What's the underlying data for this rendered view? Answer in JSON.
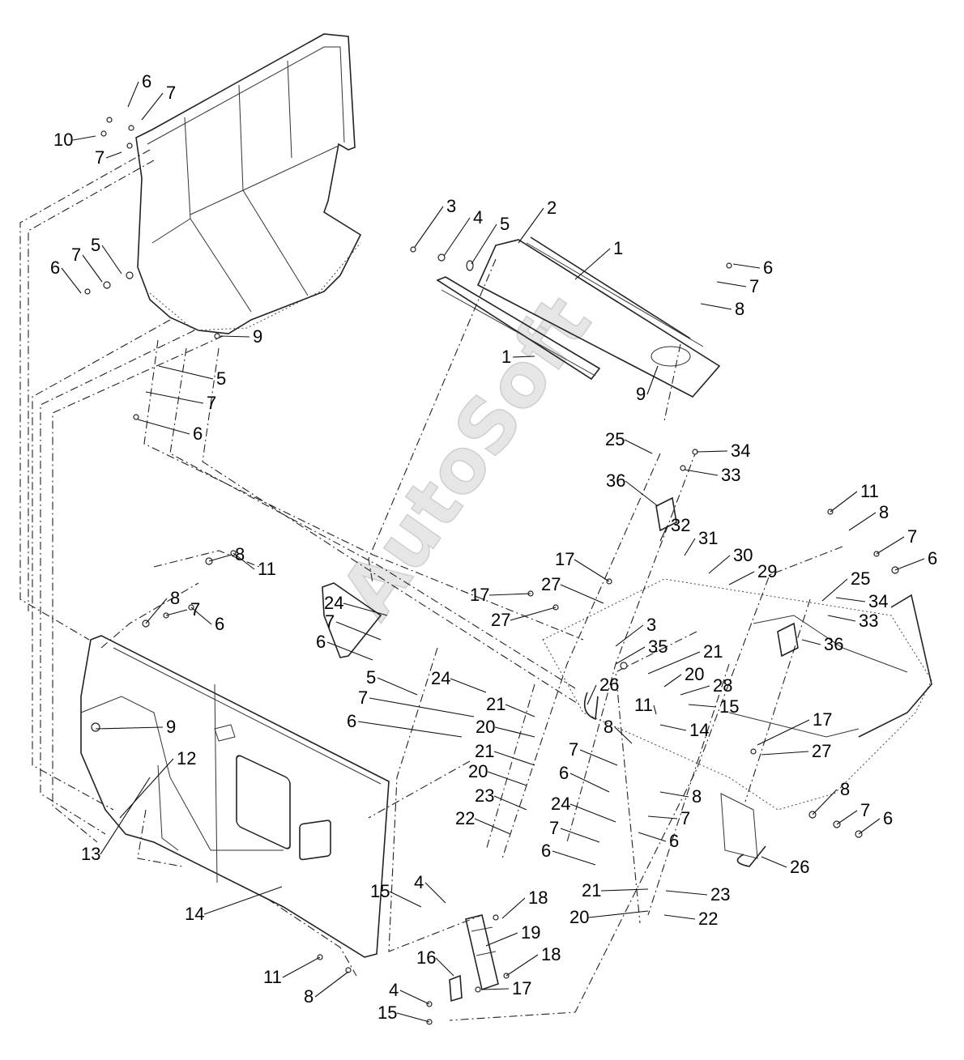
{
  "watermark": "AutoSoft",
  "callouts": [
    {
      "id": "c01",
      "text": "6"
    },
    {
      "id": "c02",
      "text": "7"
    },
    {
      "id": "c03",
      "text": "10"
    },
    {
      "id": "c04",
      "text": "7"
    },
    {
      "id": "c05",
      "text": "5"
    },
    {
      "id": "c06",
      "text": "7"
    },
    {
      "id": "c07",
      "text": "6"
    },
    {
      "id": "c08",
      "text": "9"
    },
    {
      "id": "c09",
      "text": "5"
    },
    {
      "id": "c10",
      "text": "7"
    },
    {
      "id": "c11",
      "text": "6"
    },
    {
      "id": "c12",
      "text": "3"
    },
    {
      "id": "c13",
      "text": "4"
    },
    {
      "id": "c14",
      "text": "5"
    },
    {
      "id": "c15",
      "text": "2"
    },
    {
      "id": "c16",
      "text": "1"
    },
    {
      "id": "c17",
      "text": "1"
    },
    {
      "id": "c18",
      "text": "6"
    },
    {
      "id": "c19",
      "text": "7"
    },
    {
      "id": "c20",
      "text": "8"
    },
    {
      "id": "c21",
      "text": "9"
    },
    {
      "id": "c22",
      "text": "25"
    },
    {
      "id": "c23",
      "text": "34"
    },
    {
      "id": "c24",
      "text": "33"
    },
    {
      "id": "c25",
      "text": "36"
    },
    {
      "id": "c26",
      "text": "11"
    },
    {
      "id": "c27",
      "text": "8"
    },
    {
      "id": "c28",
      "text": "32"
    },
    {
      "id": "c29",
      "text": "31"
    },
    {
      "id": "c30",
      "text": "30"
    },
    {
      "id": "c31",
      "text": "29"
    },
    {
      "id": "c32",
      "text": "7"
    },
    {
      "id": "c33",
      "text": "6"
    },
    {
      "id": "c34",
      "text": "25"
    },
    {
      "id": "c35",
      "text": "34"
    },
    {
      "id": "c36",
      "text": "33"
    },
    {
      "id": "c37",
      "text": "36"
    },
    {
      "id": "c38",
      "text": "8"
    },
    {
      "id": "c39",
      "text": "11"
    },
    {
      "id": "c40",
      "text": "8"
    },
    {
      "id": "c41",
      "text": "7"
    },
    {
      "id": "c42",
      "text": "6"
    },
    {
      "id": "c43",
      "text": "9"
    },
    {
      "id": "c44",
      "text": "12"
    },
    {
      "id": "c45",
      "text": "13"
    },
    {
      "id": "c46",
      "text": "14"
    },
    {
      "id": "c47",
      "text": "11"
    },
    {
      "id": "c48",
      "text": "8"
    },
    {
      "id": "c49",
      "text": "24"
    },
    {
      "id": "c50",
      "text": "7"
    },
    {
      "id": "c51",
      "text": "6"
    },
    {
      "id": "c52",
      "text": "17"
    },
    {
      "id": "c53",
      "text": "27"
    },
    {
      "id": "c54",
      "text": "17"
    },
    {
      "id": "c55",
      "text": "27"
    },
    {
      "id": "c56",
      "text": "3"
    },
    {
      "id": "c57",
      "text": "35"
    },
    {
      "id": "c58",
      "text": "21"
    },
    {
      "id": "c59",
      "text": "20"
    },
    {
      "id": "c60",
      "text": "28"
    },
    {
      "id": "c61",
      "text": "15"
    },
    {
      "id": "c62",
      "text": "26"
    },
    {
      "id": "c63",
      "text": "5"
    },
    {
      "id": "c64",
      "text": "24"
    },
    {
      "id": "c65",
      "text": "7"
    },
    {
      "id": "c66",
      "text": "6"
    },
    {
      "id": "c67",
      "text": "21"
    },
    {
      "id": "c68",
      "text": "20"
    },
    {
      "id": "c69",
      "text": "21"
    },
    {
      "id": "c70",
      "text": "20"
    },
    {
      "id": "c71",
      "text": "23"
    },
    {
      "id": "c72",
      "text": "22"
    },
    {
      "id": "c73",
      "text": "11"
    },
    {
      "id": "c74",
      "text": "8"
    },
    {
      "id": "c75",
      "text": "14"
    },
    {
      "id": "c76",
      "text": "7"
    },
    {
      "id": "c77",
      "text": "6"
    },
    {
      "id": "c78",
      "text": "8"
    },
    {
      "id": "c79",
      "text": "7"
    },
    {
      "id": "c80",
      "text": "6"
    },
    {
      "id": "c81",
      "text": "24"
    },
    {
      "id": "c82",
      "text": "7"
    },
    {
      "id": "c83",
      "text": "6"
    },
    {
      "id": "c84",
      "text": "17"
    },
    {
      "id": "c85",
      "text": "27"
    },
    {
      "id": "c86",
      "text": "8"
    },
    {
      "id": "c87",
      "text": "7"
    },
    {
      "id": "c88",
      "text": "6"
    },
    {
      "id": "c89",
      "text": "26"
    },
    {
      "id": "c90",
      "text": "15"
    },
    {
      "id": "c91",
      "text": "4"
    },
    {
      "id": "c92",
      "text": "18"
    },
    {
      "id": "c93",
      "text": "19"
    },
    {
      "id": "c94",
      "text": "18"
    },
    {
      "id": "c95",
      "text": "16"
    },
    {
      "id": "c96",
      "text": "17"
    },
    {
      "id": "c97",
      "text": "4"
    },
    {
      "id": "c98",
      "text": "15"
    },
    {
      "id": "c99",
      "text": "21"
    },
    {
      "id": "c100",
      "text": "23"
    },
    {
      "id": "c101",
      "text": "20"
    },
    {
      "id": "c102",
      "text": "22"
    }
  ]
}
